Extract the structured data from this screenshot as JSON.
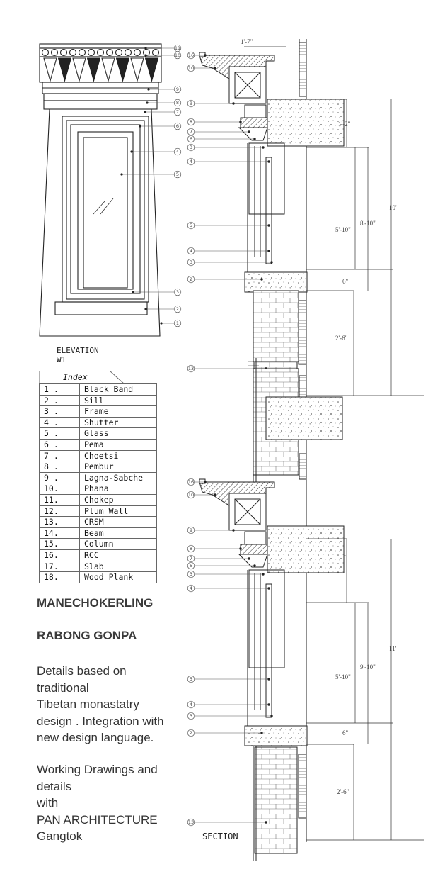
{
  "elevation": {
    "title": "ELEVATION",
    "code": "W1"
  },
  "section": {
    "label": "SECTION"
  },
  "index": {
    "title": "Index",
    "items": [
      {
        "no": "1 .",
        "name": "Black Band"
      },
      {
        "no": "2 .",
        "name": "Sill"
      },
      {
        "no": "3 .",
        "name": "Frame"
      },
      {
        "no": "4 .",
        "name": "Shutter"
      },
      {
        "no": "5 .",
        "name": "Glass"
      },
      {
        "no": "6 .",
        "name": "Pema"
      },
      {
        "no": "7 .",
        "name": "Choetsi"
      },
      {
        "no": "8 .",
        "name": "Pembur"
      },
      {
        "no": "9 .",
        "name": "Lagna-Sabche"
      },
      {
        "no": "10.",
        "name": "Phana"
      },
      {
        "no": "11.",
        "name": "Chokep"
      },
      {
        "no": "12.",
        "name": "Plum Wall"
      },
      {
        "no": "13.",
        "name": "CRSM"
      },
      {
        "no": "14.",
        "name": "Beam"
      },
      {
        "no": "15.",
        "name": "Column"
      },
      {
        "no": "16.",
        "name": "RCC"
      },
      {
        "no": "17.",
        "name": "Slab"
      },
      {
        "no": "18.",
        "name": "Wood Plank"
      }
    ]
  },
  "project": {
    "name": "MANECHOKERLING",
    "place": "RABONG GONPA",
    "description": "Details based on\ntraditional\nTibetan monastatry\ndesign . Integration with\nnew design language.",
    "credit": "Working Drawings and\ndetails\nwith\nPAN ARCHITECTURE\nGangtok"
  },
  "dimensions_upper": {
    "top": "1'-7\"",
    "slab": "1'-2\"",
    "window": "5'-10\"",
    "mid": "8'-10\"",
    "total": "10'",
    "sill": "6\"",
    "below": "2'-6\""
  },
  "dimensions_lower": {
    "slab": "1'",
    "window": "5'-10\"",
    "mid": "9'-10\"",
    "total": "11'",
    "sill": "6\"",
    "below": "2'-6\""
  },
  "elevation_callouts": [
    "11",
    "10",
    "9",
    "8",
    "7",
    "6",
    "4",
    "5",
    "3",
    "2",
    "1"
  ],
  "section_callouts_upper": [
    "16",
    "10",
    "9",
    "8",
    "7",
    "6",
    "3",
    "4",
    "5",
    "4",
    "3",
    "2",
    "13"
  ],
  "section_callouts_lower": [
    "16",
    "10",
    "9",
    "8",
    "7",
    "6",
    "3",
    "4",
    "5",
    "4",
    "3",
    "2",
    "13"
  ]
}
